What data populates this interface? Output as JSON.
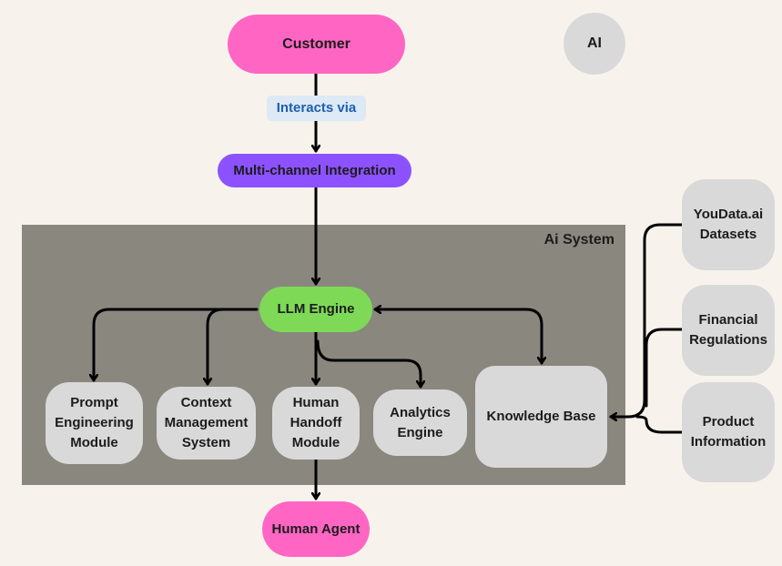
{
  "diagram": {
    "colors": {
      "background": "#f7f3ec",
      "customer": "#ff66c4",
      "human_agent": "#ff66c4",
      "channel": "#8c52ff",
      "llm": "#7ed957",
      "module": "#d9d9d9",
      "panel": "#8a877f",
      "label_bg": "#dde9f5",
      "label_text": "#1f5fae"
    },
    "nodes": {
      "customer": "Customer",
      "ai_badge": "AI",
      "interacts_via": "Interacts via",
      "multichannel": "Multi-channel Integration",
      "panel_title": "Ai System",
      "llm": "LLM Engine",
      "prompt": "Prompt\nEngineering\nModule",
      "context": "Context\nManagement\nSystem",
      "handoff": "Human\nHandoff\nModule",
      "analytics": "Analytics\nEngine",
      "knowledge": "Knowledge Base",
      "youdata": "YouData.ai\nDatasets",
      "financial": "Financial\nRegulations",
      "product": "Product\nInformation",
      "human_agent": "Human Agent"
    },
    "edges": [
      {
        "from": "customer",
        "to": "multichannel",
        "label": "Interacts via"
      },
      {
        "from": "multichannel",
        "to": "llm"
      },
      {
        "from": "llm",
        "to": "prompt",
        "bidirectional": true
      },
      {
        "from": "llm",
        "to": "context",
        "bidirectional": true
      },
      {
        "from": "llm",
        "to": "handoff"
      },
      {
        "from": "llm",
        "to": "analytics"
      },
      {
        "from": "llm",
        "to": "knowledge",
        "bidirectional": true
      },
      {
        "from": "youdata",
        "to": "knowledge"
      },
      {
        "from": "financial",
        "to": "knowledge"
      },
      {
        "from": "product",
        "to": "knowledge"
      },
      {
        "from": "handoff",
        "to": "human_agent"
      }
    ]
  }
}
